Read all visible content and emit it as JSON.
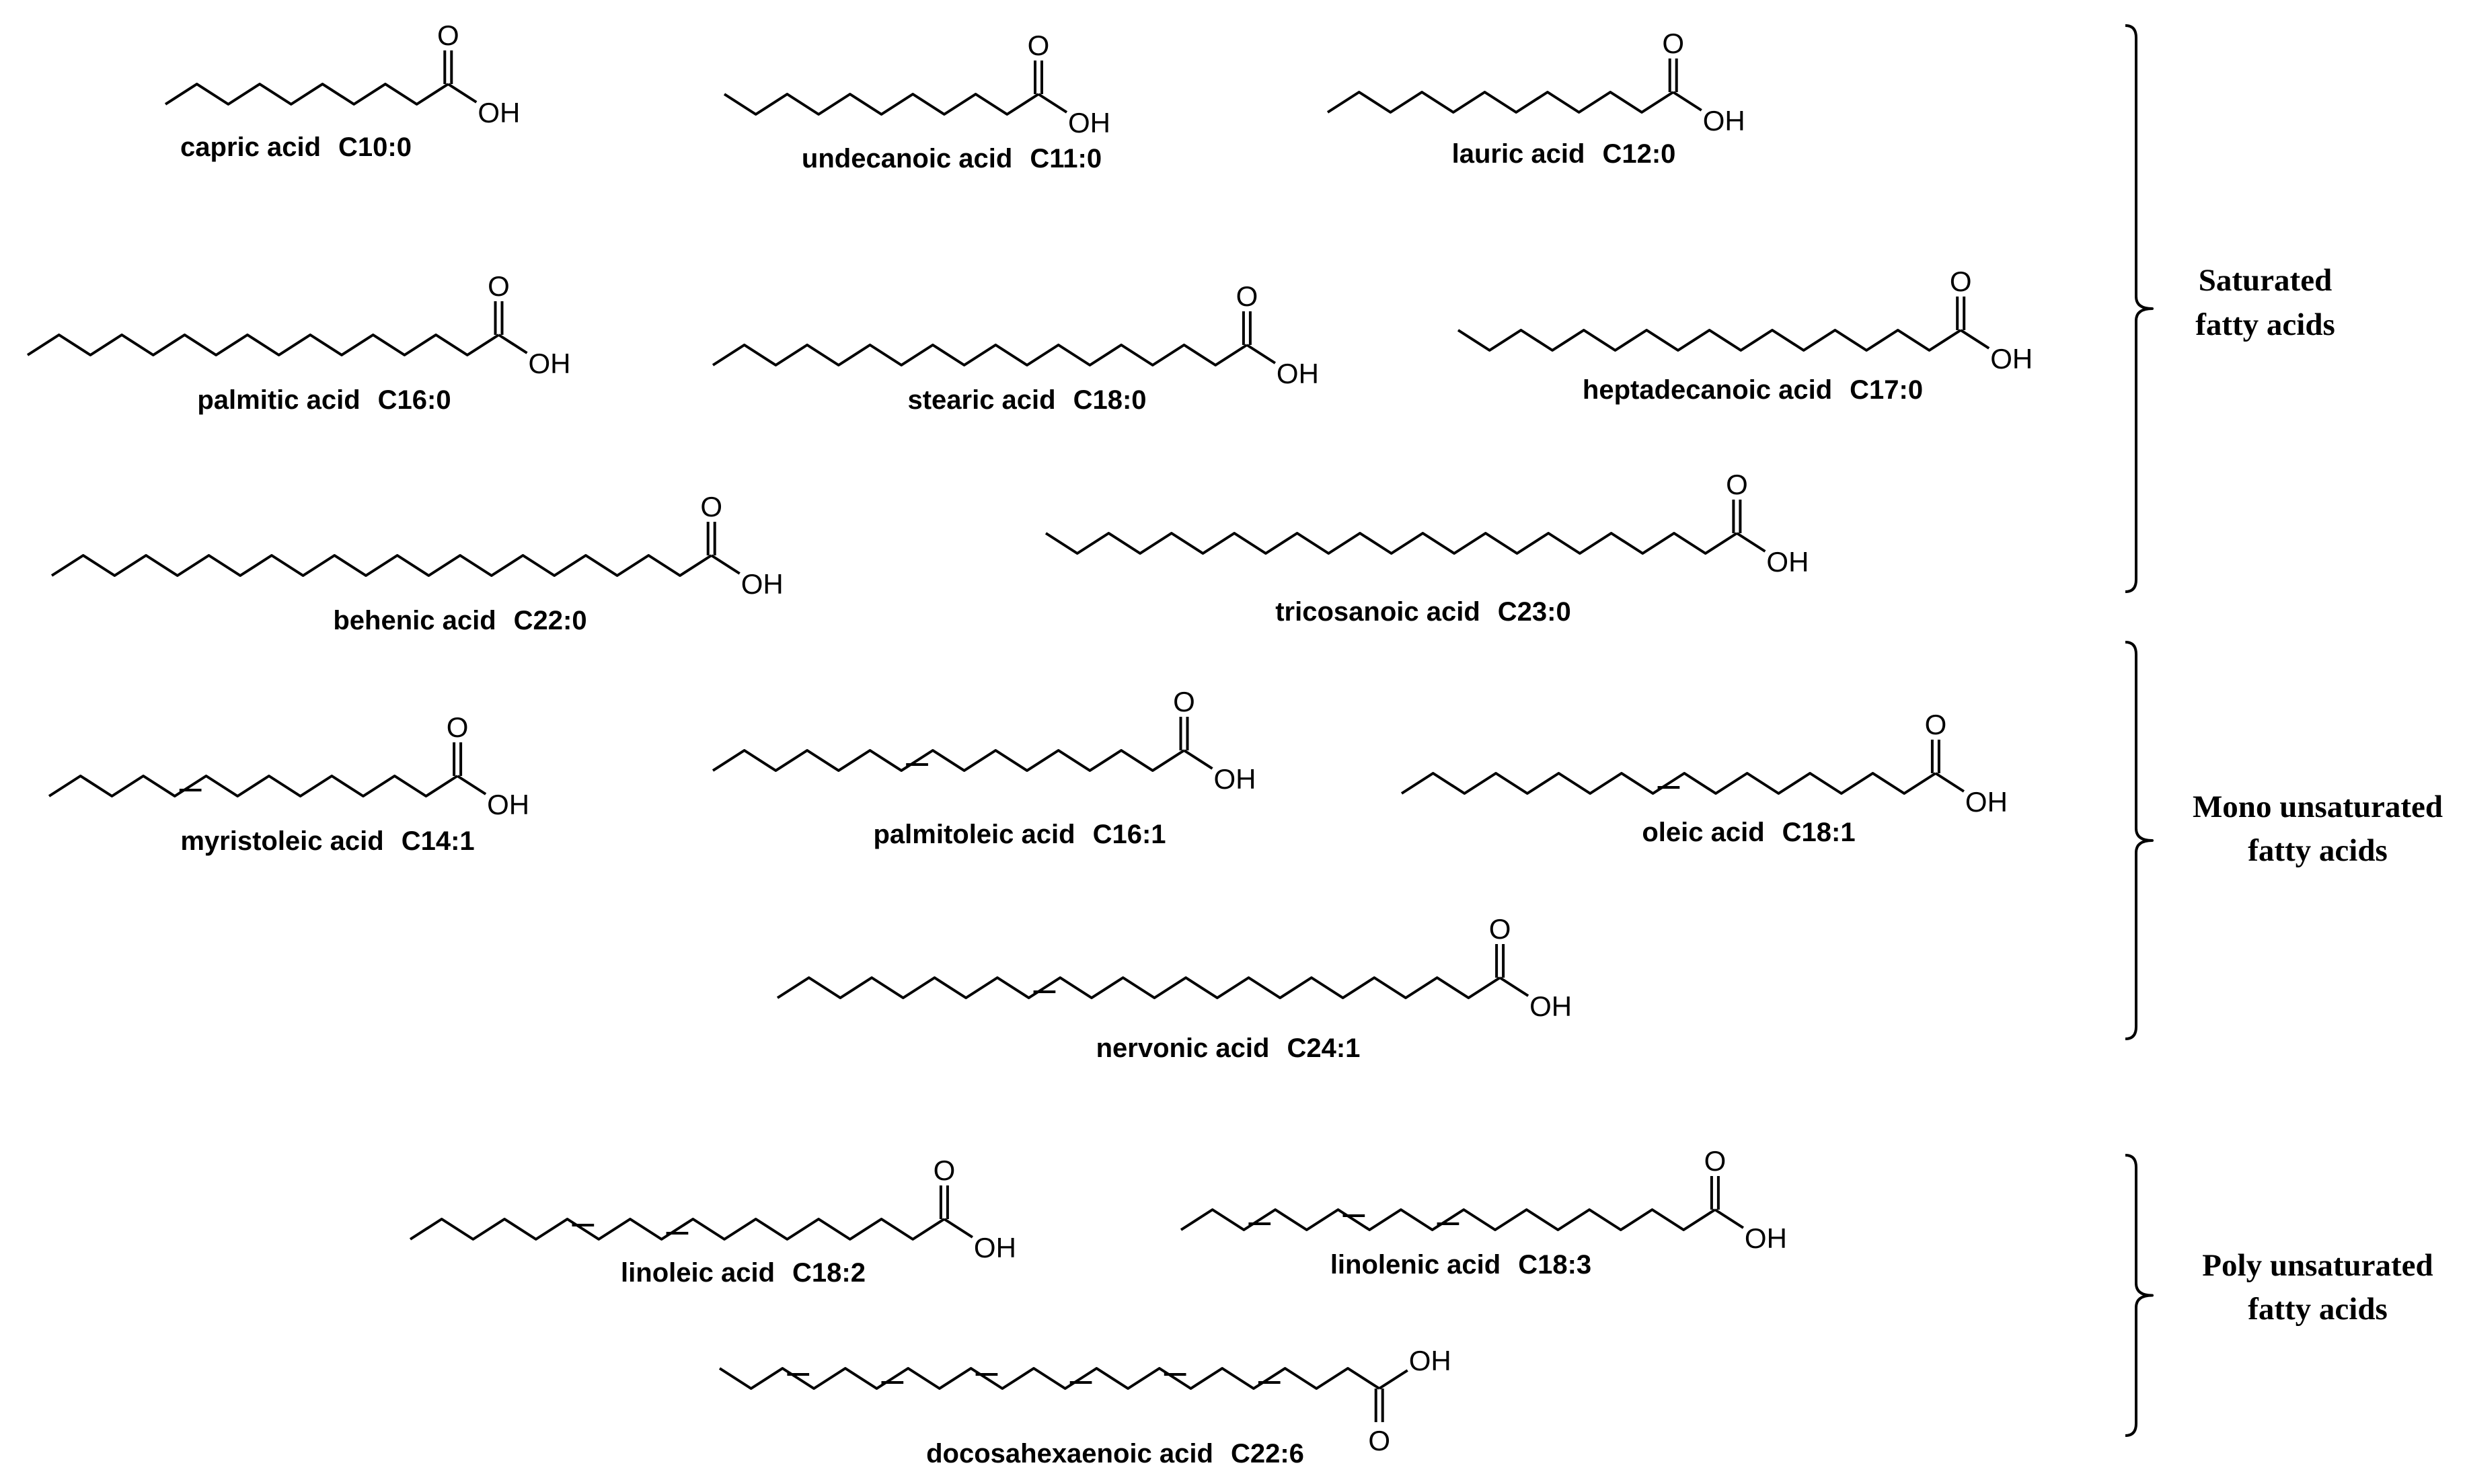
{
  "atoms": {
    "oxygen": "O",
    "hydroxyl": "OH"
  },
  "groups": [
    {
      "id": "saturated",
      "line1": "Saturated",
      "line2": "fatty acids"
    },
    {
      "id": "mono",
      "line1": "Mono unsaturated",
      "line2": "fatty acids"
    },
    {
      "id": "poly",
      "line1": "Poly unsaturated",
      "line2": "fatty acids"
    }
  ],
  "molecules": [
    {
      "id": "capric",
      "group": "saturated",
      "name": "capric acid",
      "formula": "C10:0",
      "carbons": 10,
      "double_bonds": []
    },
    {
      "id": "undecanoic",
      "group": "saturated",
      "name": "undecanoic acid",
      "formula": "C11:0",
      "carbons": 11,
      "double_bonds": []
    },
    {
      "id": "lauric",
      "group": "saturated",
      "name": "lauric acid",
      "formula": "C12:0",
      "carbons": 12,
      "double_bonds": []
    },
    {
      "id": "palmitic",
      "group": "saturated",
      "name": "palmitic acid",
      "formula": "C16:0",
      "carbons": 16,
      "double_bonds": []
    },
    {
      "id": "stearic",
      "group": "saturated",
      "name": "stearic acid",
      "formula": "C18:0",
      "carbons": 18,
      "double_bonds": []
    },
    {
      "id": "heptadecanoic",
      "group": "saturated",
      "name": "heptadecanoic acid",
      "formula": "C17:0",
      "carbons": 17,
      "double_bonds": []
    },
    {
      "id": "behenic",
      "group": "saturated",
      "name": "behenic acid",
      "formula": "C22:0",
      "carbons": 22,
      "double_bonds": []
    },
    {
      "id": "tricosanoic",
      "group": "saturated",
      "name": "tricosanoic acid",
      "formula": "C23:0",
      "carbons": 23,
      "double_bonds": []
    },
    {
      "id": "myristoleic",
      "group": "mono",
      "name": "myristoleic acid",
      "formula": "C14:1",
      "carbons": 14,
      "double_bonds": [
        9
      ]
    },
    {
      "id": "palmitoleic",
      "group": "mono",
      "name": "palmitoleic acid",
      "formula": "C16:1",
      "carbons": 16,
      "double_bonds": [
        9
      ]
    },
    {
      "id": "oleic",
      "group": "mono",
      "name": "oleic acid",
      "formula": "C18:1",
      "carbons": 18,
      "double_bonds": [
        9
      ]
    },
    {
      "id": "nervonic",
      "group": "mono",
      "name": "nervonic acid",
      "formula": "C24:1",
      "carbons": 24,
      "double_bonds": [
        15
      ]
    },
    {
      "id": "linoleic",
      "group": "poly",
      "name": "linoleic acid",
      "formula": "C18:2",
      "carbons": 18,
      "double_bonds": [
        9,
        12
      ]
    },
    {
      "id": "linolenic",
      "group": "poly",
      "name": "linolenic acid",
      "formula": "C18:3",
      "carbons": 18,
      "double_bonds": [
        9,
        12,
        15
      ]
    },
    {
      "id": "docosahexaenoic",
      "group": "poly",
      "name": "docosahexaenoic acid",
      "formula": "C22:6",
      "carbons": 22,
      "double_bonds": [
        4,
        7,
        10,
        13,
        16,
        19
      ]
    }
  ]
}
